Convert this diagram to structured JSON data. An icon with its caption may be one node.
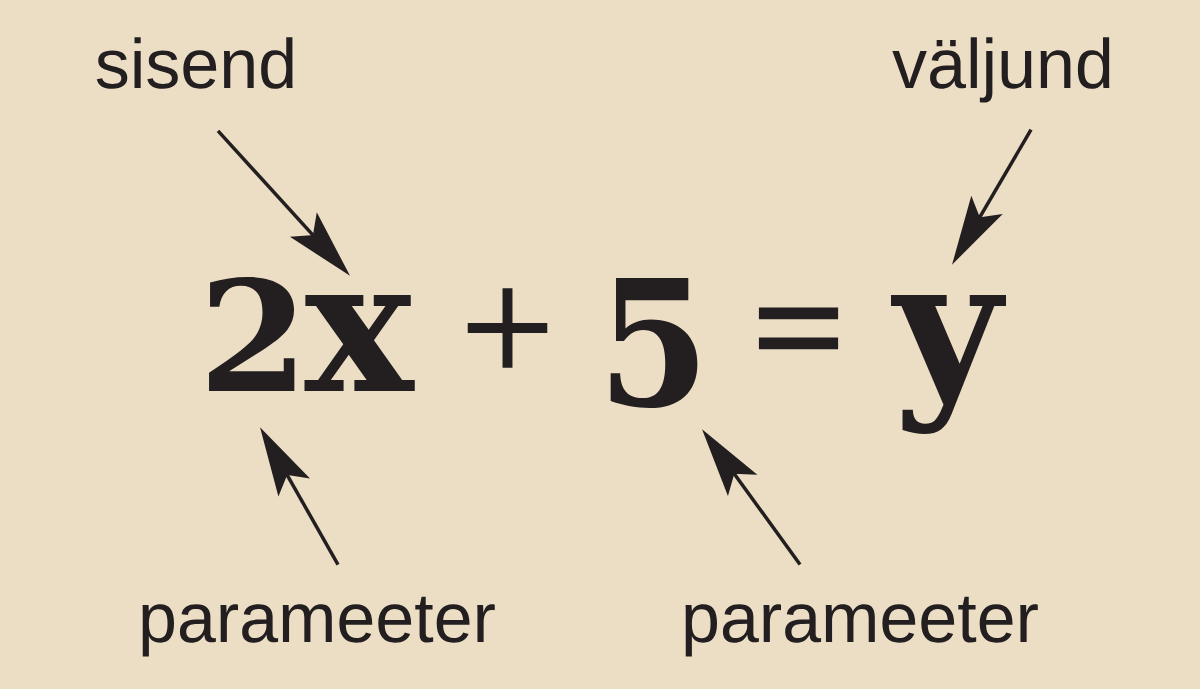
{
  "diagram": {
    "nodes": [
      {
        "text": [
          "sisend"
        ]
      },
      {
        "text": [
          "väljund"
        ]
      },
      {
        "text": [
          "2"
        ]
      },
      {
        "text": [
          "x"
        ]
      },
      {
        "text": [
          "5"
        ]
      },
      {
        "text": [
          "y"
        ]
      },
      {
        "text": [
          "parameeter"
        ]
      },
      {
        "text": [
          "parameeter"
        ]
      }
    ],
    "edges": [
      {
        "from": 0,
        "to": 3,
        "arrow": "to"
      },
      {
        "from": 1,
        "to": 5,
        "arrow": "to"
      },
      {
        "from": 6,
        "to": 2,
        "arrow": "to"
      },
      {
        "from": 7,
        "to": 4,
        "arrow": "to"
      }
    ],
    "labels": [
      "+",
      "="
    ]
  }
}
